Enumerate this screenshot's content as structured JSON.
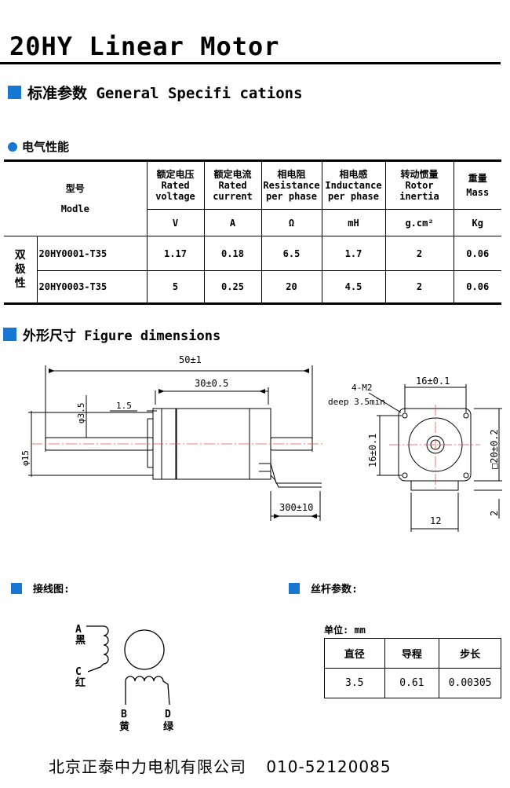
{
  "title": "20HY Linear Motor",
  "general": {
    "heading": "标准参数 General Specifi cations"
  },
  "electrical": {
    "heading": "电气性能",
    "model_header": "型号",
    "model_header_en": "Modle",
    "columns": [
      {
        "cn": "额定电压",
        "en1": "Rated",
        "en2": "voltage",
        "unit": "V"
      },
      {
        "cn": "额定电流",
        "en1": "Rated",
        "en2": "current",
        "unit": "A"
      },
      {
        "cn": "相电阻",
        "en1": "Resistance",
        "en2": "per phase",
        "unit": "Ω"
      },
      {
        "cn": "相电感",
        "en1": "Inductance",
        "en2": "per phase",
        "unit": "mH"
      },
      {
        "cn": "转动惯量",
        "en1": "Rotor",
        "en2": "inertia",
        "unit": "g.cm²"
      },
      {
        "cn": "重量",
        "en1": "Mass",
        "en2": "",
        "unit": "Kg"
      }
    ],
    "group_label": "双极性",
    "rows": [
      {
        "model": "20HY0001-T35",
        "values": [
          "1.17",
          "0.18",
          "6.5",
          "1.7",
          "2",
          "0.06"
        ]
      },
      {
        "model": "20HY0003-T35",
        "values": [
          "5",
          "0.25",
          "20",
          "4.5",
          "2",
          "0.06"
        ]
      }
    ]
  },
  "figure": {
    "heading": "外形尺寸 Figure dimensions",
    "dims": {
      "overall": "50±1",
      "body": "30±0.5",
      "shaft_step": "1.5",
      "shaft_dia": "φ3.5",
      "body_dia": "φ15",
      "lead_len": "300±10",
      "mount_hole": "4-M2",
      "hole_depth": "deep 3.5min",
      "hole_span_h": "16±0.1",
      "hole_span_v": "16±0.1",
      "square": "□20±0.2",
      "bottom_w": "12",
      "bottom_h": "2"
    }
  },
  "wiring": {
    "heading": "接线图:",
    "a": "A",
    "a_color": "黑",
    "c": "C",
    "c_color": "红",
    "b": "B",
    "b_color": "黄",
    "d": "D",
    "d_color": "绿"
  },
  "lead_screw": {
    "heading": "丝杆参数:",
    "unit": "单位: mm",
    "headers": [
      "直径",
      "导程",
      "步长"
    ],
    "values": [
      "3.5",
      "0.61",
      "0.00305"
    ]
  },
  "footer": {
    "company": "北京正泰中力电机有限公司",
    "phone": "010-52120085"
  },
  "colors": {
    "accent": "#1877d3",
    "centerline": "#d9534f"
  }
}
